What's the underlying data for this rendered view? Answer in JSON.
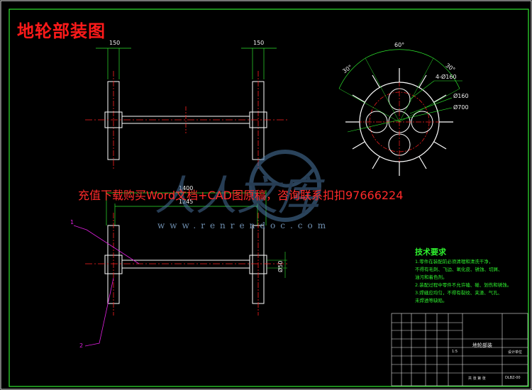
{
  "drawing": {
    "title": "地轮部装图",
    "promo_text": "充值下载购买Word文档+CAD图原稿，咨询联系扣扣97666224",
    "watermark_site": "www.renrendoc.com",
    "watermark_logo": "人人文库",
    "dimensions": {
      "top_left_width": "150",
      "top_right_width": "150",
      "overall_length": "1400",
      "inner_length": "1245",
      "angle_60": "60°",
      "angle_30_left": "30°",
      "angle_30_right": "30°",
      "holes": "4-Ø160",
      "center_dia": "Ø160",
      "outer_dia": "Ø700",
      "shaft_dia": "Ø50"
    },
    "callouts": [
      "1",
      "2"
    ]
  },
  "requirements": {
    "title": "技术要求",
    "lines": [
      "1.零件在装配前必须清理和清洗干净，",
      "不得有毛刺、飞边、氧化皮、锈蚀、切屑、",
      "油污和着色剂。",
      "2.装配过程中零件不允许磕、碰、划伤和锈蚀。",
      "3.焊缝应均匀，不得有裂纹、夹渣、气孔、",
      "未焊透等缺陷。"
    ]
  },
  "title_block": {
    "drawing_name": "地轮部装",
    "scale": "1:5",
    "sheet": "共 张 第 张",
    "drawing_no": "DLBZ-00",
    "org": "设计单位"
  },
  "colors": {
    "background": "#000000",
    "frame": "#2ee62e",
    "outline": "#ffffff",
    "centerline": "#ff2020",
    "leader": "#e020e0",
    "dimension": "#2ee62e"
  }
}
